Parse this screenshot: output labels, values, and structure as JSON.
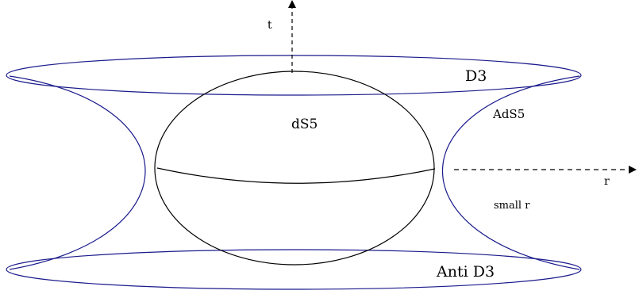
{
  "labels": {
    "t_axis": "t",
    "r_axis": "r",
    "d3": "D3",
    "ads5": "AdS5",
    "ds5": "dS5",
    "small_r": "small r",
    "anti_d3": "Anti D3"
  },
  "colors": {
    "brane": "#1a1a8c",
    "sphere": "#000000",
    "axis": "#000000"
  }
}
